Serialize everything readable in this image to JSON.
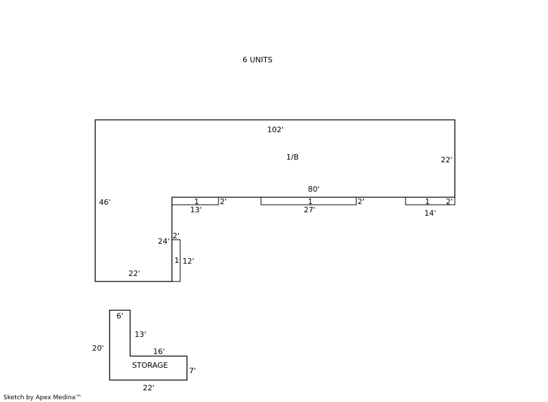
{
  "title": "6 UNITS",
  "footer": "Sketch by Apex Medina™",
  "main_building": {
    "label": "1/B",
    "dims": {
      "top": "102'",
      "right": "22'",
      "inner_top": "80'",
      "left": "46'",
      "inner_left": "24'",
      "bottom": "22'"
    }
  },
  "balconies": [
    {
      "count": "1",
      "width": "13'",
      "depth": "2'"
    },
    {
      "count": "1",
      "width": "27'",
      "depth": "2'"
    },
    {
      "count": "1",
      "width": "14'",
      "depth": "2'"
    },
    {
      "count": "1",
      "width": "12'",
      "depth": "2'"
    }
  ],
  "storage": {
    "label": "STORAGE",
    "dims": {
      "top": "6'",
      "inner_vertical": "13'",
      "inner_horizontal": "16'",
      "left": "20'",
      "right": "7'",
      "bottom": "22'"
    }
  }
}
